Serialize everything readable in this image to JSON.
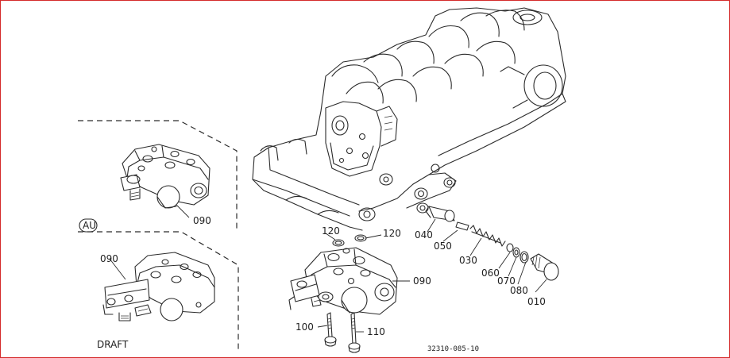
{
  "parts": {
    "p010": "010",
    "p030": "030",
    "p040": "040",
    "p050": "050",
    "p060": "060",
    "p070": "070",
    "p080": "080",
    "p090_main": "090",
    "p090_au": "090",
    "p090_draft": "090",
    "p100": "100",
    "p110": "110",
    "p120_a": "120",
    "p120_b": "120"
  },
  "variants": {
    "au_badge": "AU",
    "draft_label": "DRAFT"
  },
  "figure_code": "32310-085-10",
  "colors": {
    "frame_border": "#d42a2a",
    "line": "#2b2b2b"
  }
}
